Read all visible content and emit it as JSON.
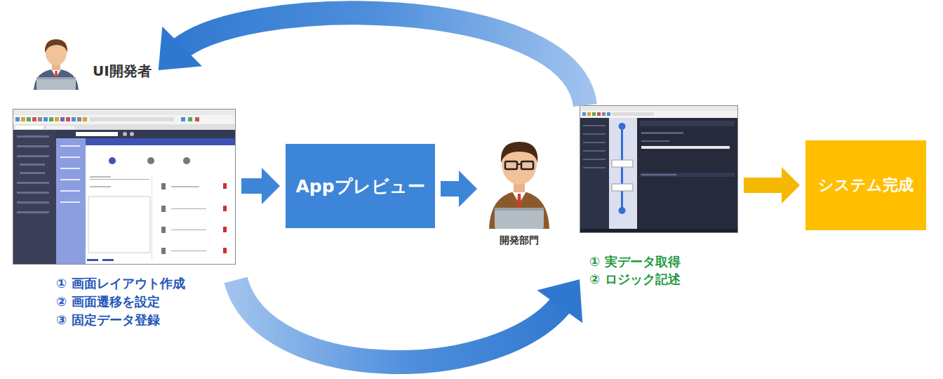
{
  "diagram": {
    "nodes": [
      {
        "text": [
          "UI開発者"
        ]
      },
      {
        "text": [
          "① 画面レイアウト作成",
          "② 画面遷移を設定",
          "③ 固定データ登録"
        ]
      },
      {
        "text": [
          "Appプレビュー"
        ]
      },
      {
        "text": [
          "開発部門"
        ]
      },
      {
        "text": [
          "① 実データ取得",
          "② ロジック記述"
        ]
      },
      {
        "text": [
          "システム完成"
        ]
      }
    ],
    "edges": [
      {
        "from": 1,
        "to": 2,
        "arrow": "to"
      },
      {
        "from": 2,
        "to": 3,
        "arrow": "to"
      },
      {
        "from": 4,
        "to": 5,
        "arrow": "to"
      },
      {
        "from": 4,
        "to": 0,
        "arrow": "to"
      },
      {
        "from": 1,
        "to": 4,
        "arrow": "to"
      }
    ]
  }
}
